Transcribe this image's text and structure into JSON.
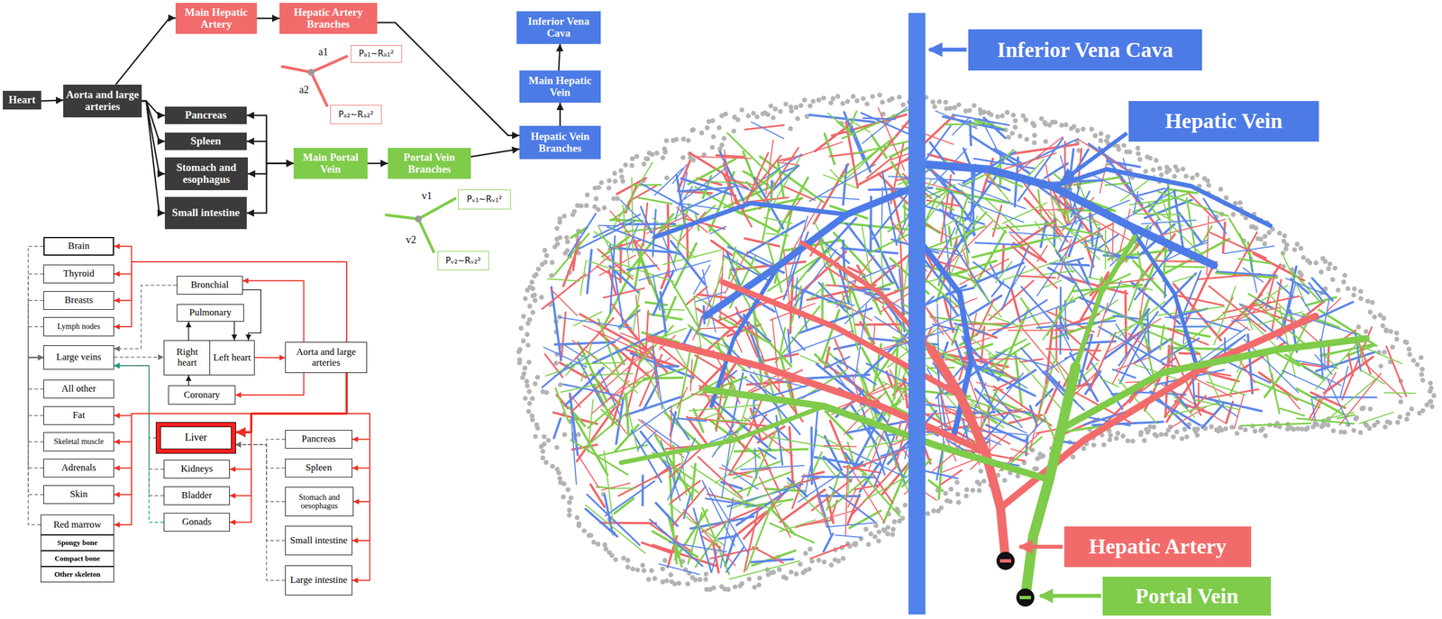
{
  "diagram": {
    "nodes": [
      {
        "text": [
          "Heart"
        ]
      },
      {
        "text": [
          "Aorta and large arteries"
        ]
      },
      {
        "text": [
          "Main Hepatic Artery"
        ]
      },
      {
        "text": [
          "Hepatic Artery Branches"
        ]
      },
      {
        "text": [
          "Inferior Vena Cava"
        ]
      },
      {
        "text": [
          "Main Hepatic Vein"
        ]
      },
      {
        "text": [
          "Pancreas"
        ]
      },
      {
        "text": [
          "Spleen"
        ]
      },
      {
        "text": [
          "Stomach and esophagus"
        ]
      },
      {
        "text": [
          "Small intestine"
        ]
      },
      {
        "text": [
          "Main Portal Vein"
        ]
      },
      {
        "text": [
          "Portal Vein Branches"
        ]
      },
      {
        "text": [
          "Hepatic Vein Branches"
        ]
      },
      {
        "text": [
          "Pₐ₁~Rₐ₁²"
        ]
      },
      {
        "text": [
          "Pₐ₂~Rₐ₂²"
        ]
      },
      {
        "text": [
          "Pᵥ₁~Rᵥ₁²"
        ]
      },
      {
        "text": [
          "Pᵥ₂~Rᵥ₂²"
        ]
      },
      {
        "text": [
          "Brain"
        ]
      },
      {
        "text": [
          "Thyroid"
        ]
      },
      {
        "text": [
          "Breasts"
        ]
      },
      {
        "text": [
          "Lymph nodes"
        ]
      },
      {
        "text": [
          "Bronchial"
        ]
      },
      {
        "text": [
          "Pulmonary"
        ]
      },
      {
        "text": [
          "Large veins"
        ]
      },
      {
        "text": [
          "Right heart"
        ]
      },
      {
        "text": [
          "Left heart"
        ]
      },
      {
        "text": [
          "Aorta and large arteries"
        ]
      },
      {
        "text": [
          "Coronary"
        ]
      },
      {
        "text": [
          "All other"
        ]
      },
      {
        "text": [
          "Fat"
        ]
      },
      {
        "text": [
          "Skeletal muscle"
        ]
      },
      {
        "text": [
          "Adrenals"
        ]
      },
      {
        "text": [
          "Skin"
        ]
      },
      {
        "text": [
          "Liver"
        ]
      },
      {
        "text": [
          "Kidneys"
        ]
      },
      {
        "text": [
          "Bladder"
        ]
      },
      {
        "text": [
          "Gonads"
        ]
      },
      {
        "text": [
          "Pancreas"
        ]
      },
      {
        "text": [
          "Spleen"
        ]
      },
      {
        "text": [
          "Stomach and oesophagus"
        ]
      },
      {
        "text": [
          "Small intestine"
        ]
      },
      {
        "text": [
          "Large intestine"
        ]
      },
      {
        "text": [
          "Red marrow"
        ]
      },
      {
        "text": [
          "Spongy bone"
        ]
      },
      {
        "text": [
          "Compact bone"
        ]
      },
      {
        "text": [
          "Other skeleton"
        ]
      },
      {
        "text": [
          "Inferior Vena Cava"
        ]
      },
      {
        "text": [
          "Hepatic Vein"
        ]
      },
      {
        "text": [
          "Hepatic Artery"
        ]
      },
      {
        "text": [
          "Portal Vein"
        ]
      }
    ],
    "edges": [
      {
        "from": 0,
        "to": 1,
        "arrow": "to"
      },
      {
        "from": 1,
        "to": 2,
        "arrow": "to"
      },
      {
        "from": 1,
        "to": 6,
        "arrow": "to"
      },
      {
        "from": 1,
        "to": 7,
        "arrow": "to"
      },
      {
        "from": 1,
        "to": 8,
        "arrow": "to"
      },
      {
        "from": 1,
        "to": 9,
        "arrow": "to"
      },
      {
        "from": 2,
        "to": 3,
        "arrow": "to"
      },
      {
        "from": 3,
        "to": 12,
        "arrow": "to"
      },
      {
        "from": 6,
        "to": 10,
        "arrow": "both"
      },
      {
        "from": 7,
        "to": 10,
        "arrow": "both"
      },
      {
        "from": 8,
        "to": 10,
        "arrow": "both"
      },
      {
        "from": 9,
        "to": 10,
        "arrow": "both"
      },
      {
        "from": 10,
        "to": 11,
        "arrow": "to"
      },
      {
        "from": 11,
        "to": 12,
        "arrow": "to"
      },
      {
        "from": 12,
        "to": 5,
        "arrow": "to"
      },
      {
        "from": 5,
        "to": 4,
        "arrow": "to"
      },
      {
        "from": 26,
        "to": 17,
        "arrow": "to"
      },
      {
        "from": 26,
        "to": 18,
        "arrow": "to"
      },
      {
        "from": 26,
        "to": 19,
        "arrow": "to"
      },
      {
        "from": 26,
        "to": 20,
        "arrow": "to"
      },
      {
        "from": 26,
        "to": 21,
        "arrow": "to"
      },
      {
        "from": 25,
        "to": 26,
        "arrow": "to"
      },
      {
        "from": 26,
        "to": 27,
        "arrow": "to"
      },
      {
        "from": 27,
        "to": 24,
        "arrow": "to"
      },
      {
        "from": 24,
        "to": 22,
        "arrow": "to"
      },
      {
        "from": 22,
        "to": 25,
        "arrow": "to"
      },
      {
        "from": 21,
        "to": 25,
        "arrow": "to"
      },
      {
        "from": 23,
        "to": 24,
        "arrow": "to"
      },
      {
        "from": 21,
        "to": 23,
        "arrow": "to"
      },
      {
        "from": 17,
        "to": 23,
        "arrow": "to"
      },
      {
        "from": 18,
        "to": 23,
        "arrow": "to"
      },
      {
        "from": 19,
        "to": 23,
        "arrow": "to"
      },
      {
        "from": 20,
        "to": 23,
        "arrow": "to"
      },
      {
        "from": 28,
        "to": 23,
        "arrow": "to"
      },
      {
        "from": 29,
        "to": 23,
        "arrow": "to"
      },
      {
        "from": 30,
        "to": 23,
        "arrow": "to"
      },
      {
        "from": 31,
        "to": 23,
        "arrow": "to"
      },
      {
        "from": 32,
        "to": 23,
        "arrow": "to"
      },
      {
        "from": 42,
        "to": 23,
        "arrow": "to"
      },
      {
        "from": 26,
        "to": 29,
        "arrow": "to"
      },
      {
        "from": 26,
        "to": 30,
        "arrow": "to"
      },
      {
        "from": 26,
        "to": 31,
        "arrow": "to"
      },
      {
        "from": 26,
        "to": 32,
        "arrow": "to"
      },
      {
        "from": 26,
        "to": 42,
        "arrow": "to"
      },
      {
        "from": 26,
        "to": 33,
        "arrow": "to"
      },
      {
        "from": 26,
        "to": 34,
        "arrow": "to"
      },
      {
        "from": 26,
        "to": 35,
        "arrow": "to"
      },
      {
        "from": 26,
        "to": 36,
        "arrow": "to"
      },
      {
        "from": 26,
        "to": 37,
        "arrow": "to"
      },
      {
        "from": 26,
        "to": 38,
        "arrow": "to"
      },
      {
        "from": 26,
        "to": 39,
        "arrow": "to"
      },
      {
        "from": 26,
        "to": 40,
        "arrow": "to"
      },
      {
        "from": 26,
        "to": 41,
        "arrow": "to"
      },
      {
        "from": 37,
        "to": 33,
        "arrow": "to"
      },
      {
        "from": 38,
        "to": 33,
        "arrow": "to"
      },
      {
        "from": 39,
        "to": 33,
        "arrow": "to"
      },
      {
        "from": 40,
        "to": 33,
        "arrow": "to"
      },
      {
        "from": 41,
        "to": 33,
        "arrow": "to"
      },
      {
        "from": 33,
        "to": 23,
        "arrow": "to"
      },
      {
        "from": 34,
        "to": 23,
        "arrow": "to"
      },
      {
        "from": 35,
        "to": 23,
        "arrow": "to"
      },
      {
        "from": 36,
        "to": 23,
        "arrow": "to"
      }
    ],
    "labels": [
      "a1",
      "a2",
      "v1",
      "v2"
    ]
  }
}
